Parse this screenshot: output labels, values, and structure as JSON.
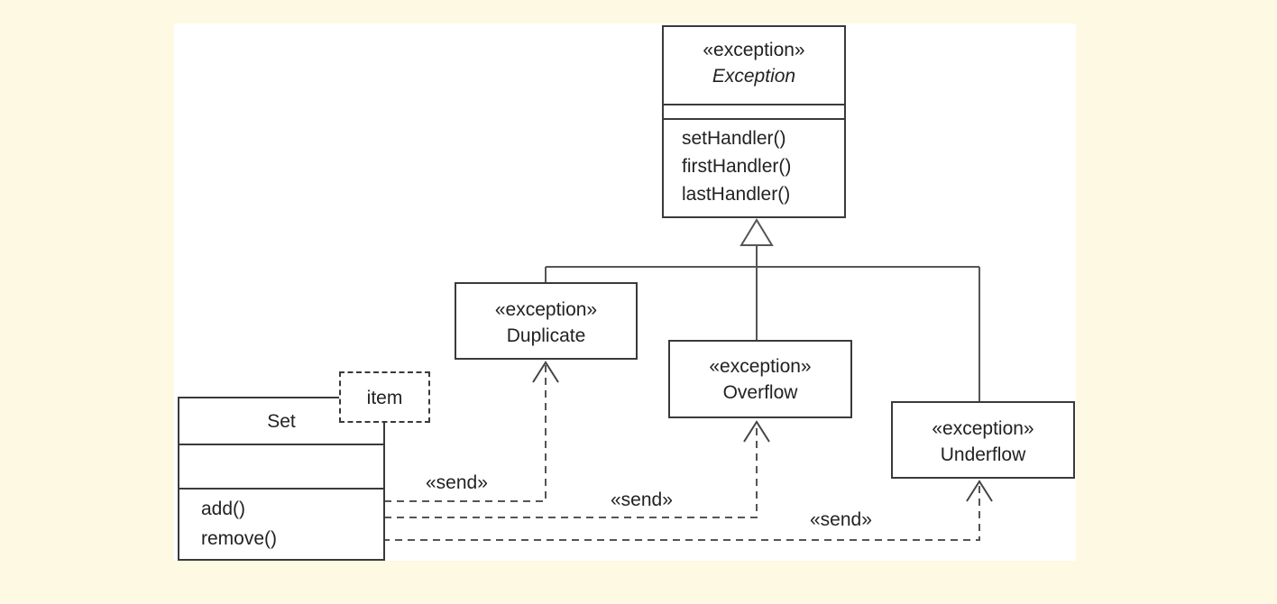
{
  "exception_class": {
    "stereotype": "«exception»",
    "name": "Exception",
    "operations": [
      "setHandler()",
      "firstHandler()",
      "lastHandler()"
    ]
  },
  "subclasses": {
    "duplicate": {
      "stereotype": "«exception»",
      "name": "Duplicate"
    },
    "overflow": {
      "stereotype": "«exception»",
      "name": "Overflow"
    },
    "underflow": {
      "stereotype": "«exception»",
      "name": "Underflow"
    }
  },
  "set_class": {
    "name": "Set",
    "template_parameter": "item",
    "operations": [
      "add()",
      "remove()"
    ]
  },
  "dependencies": [
    {
      "label": "«send»",
      "from": "add()",
      "to": "Duplicate"
    },
    {
      "label": "«send»",
      "from": "add()",
      "to": "Overflow"
    },
    {
      "label": "«send»",
      "from": "remove()",
      "to": "Underflow"
    }
  ],
  "colors": {
    "background": "#fdf9e3",
    "canvas": "#ffffff",
    "stroke": "#3a3a3a"
  }
}
